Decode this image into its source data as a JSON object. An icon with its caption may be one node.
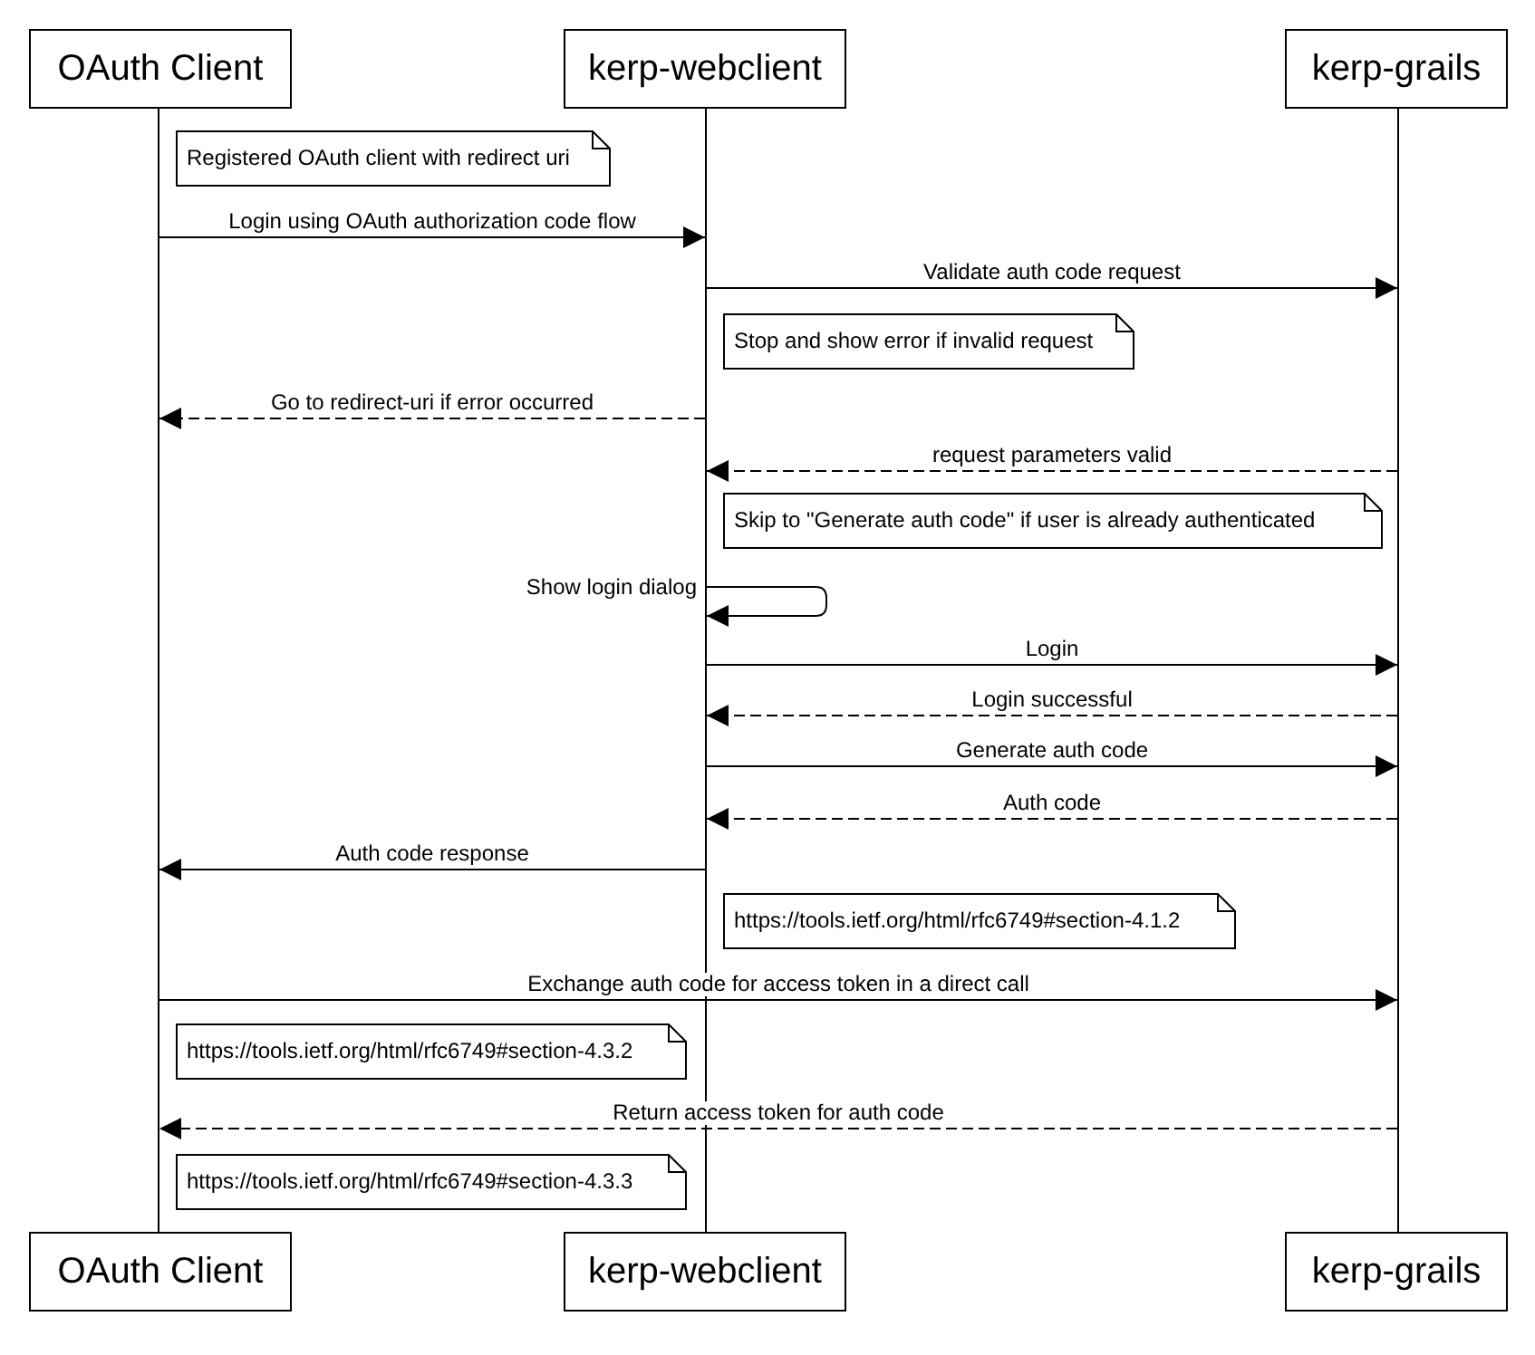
{
  "diagram": {
    "nodes": [
      {
        "text": [
          "OAuth Client"
        ]
      },
      {
        "text": [
          "kerp-webclient"
        ]
      },
      {
        "text": [
          "kerp-grails"
        ]
      },
      {
        "text": [
          "Registered OAuth client with redirect uri"
        ]
      },
      {
        "text": [
          "Stop and show error if invalid request"
        ]
      },
      {
        "text": [
          "Skip to \"Generate auth code\" if user is already authenticated"
        ]
      },
      {
        "text": [
          "https://tools.ietf.org/html/rfc6749#section-4.1.2"
        ]
      },
      {
        "text": [
          "https://tools.ietf.org/html/rfc6749#section-4.3.2"
        ]
      },
      {
        "text": [
          "https://tools.ietf.org/html/rfc6749#section-4.3.3"
        ]
      },
      {
        "text": [
          "OAuth Client"
        ]
      },
      {
        "text": [
          "kerp-webclient"
        ]
      },
      {
        "text": [
          "kerp-grails"
        ]
      },
      {
        "text": [],
        "shape": "bar"
      },
      {
        "text": [],
        "shape": "bar"
      },
      {
        "text": [],
        "shape": "bar"
      }
    ],
    "edges": [
      {
        "from": 12,
        "to": 13,
        "arrow": "to",
        "label": "Login using OAuth authorization code flow"
      },
      {
        "from": 13,
        "to": 14,
        "arrow": "to",
        "label": "Validate auth code request"
      },
      {
        "from": 13,
        "to": 12,
        "arrow": "to",
        "label": "Go to redirect-uri if error occurred",
        "style": "dashed"
      },
      {
        "from": 14,
        "to": 13,
        "arrow": "to",
        "label": "request parameters valid",
        "style": "dashed"
      },
      {
        "from": 13,
        "to": 13,
        "arrow": "to",
        "label": "Show login dialog"
      },
      {
        "from": 13,
        "to": 14,
        "arrow": "to",
        "label": "Login"
      },
      {
        "from": 14,
        "to": 13,
        "arrow": "to",
        "label": "Login successful",
        "style": "dashed"
      },
      {
        "from": 13,
        "to": 14,
        "arrow": "to",
        "label": "Generate auth code"
      },
      {
        "from": 14,
        "to": 13,
        "arrow": "to",
        "label": "Auth code",
        "style": "dashed"
      },
      {
        "from": 13,
        "to": 12,
        "arrow": "to",
        "label": "Auth code response"
      },
      {
        "from": 12,
        "to": 14,
        "arrow": "to",
        "label": "Exchange auth code for access token in a direct call"
      },
      {
        "from": 14,
        "to": 12,
        "arrow": "to",
        "label": "Return access token for auth code",
        "style": "dashed"
      }
    ]
  }
}
